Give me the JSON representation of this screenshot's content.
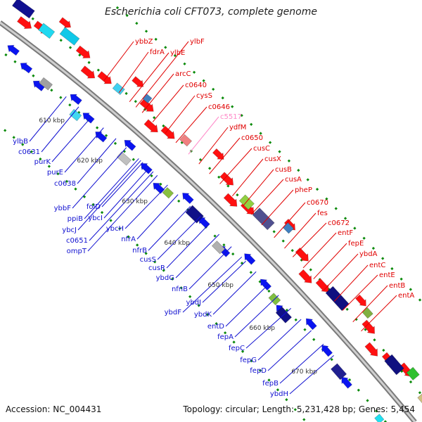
{
  "title": "Escherichia coli CFT073, complete genome",
  "footer": {
    "accession": "Accession: NC_004431",
    "summary": "Topology: circular; Length: 5,231,428 bp; Genes: 5,454"
  },
  "colors": {
    "forward_gene": "#ff0000",
    "reverse_gene": "#0000ee",
    "backbone": "#9a9a9a",
    "tick": "#008000",
    "ruler": "#333333",
    "highlight_gene": "#ff88c8"
  },
  "ruler_marks": [
    "610 kbp",
    "620 kbp",
    "630 kbp",
    "640 kbp",
    "650 kbp",
    "660 kbp",
    "670 kbp"
  ],
  "genes_right": [
    "ybbZ",
    "ylbF",
    "fdrA",
    "ylbE",
    "arcC",
    "c0640",
    "cysS",
    "c0646",
    "c5517",
    "ydfM",
    "c0650",
    "cusC",
    "cusX",
    "cusB",
    "cusA",
    "pheP",
    "c0670",
    "fes",
    "c0672",
    "entF",
    "fepE",
    "ybdA",
    "entC",
    "entE",
    "entB",
    "entA"
  ],
  "genes_left": [
    "ylbB",
    "c0631",
    "purK",
    "purE",
    "c0638",
    "ybbF",
    "folD",
    "ppiB",
    "ybcI",
    "ybcJ",
    "c0651",
    "ompT",
    "ybcH",
    "nfrA",
    "nfrB",
    "cusS",
    "cusR",
    "ybdG",
    "nfnB",
    "ybdJ",
    "ybdF",
    "ybdK",
    "entD",
    "fepA",
    "fepC",
    "fepG",
    "fepD",
    "fepB",
    "ybdH"
  ]
}
